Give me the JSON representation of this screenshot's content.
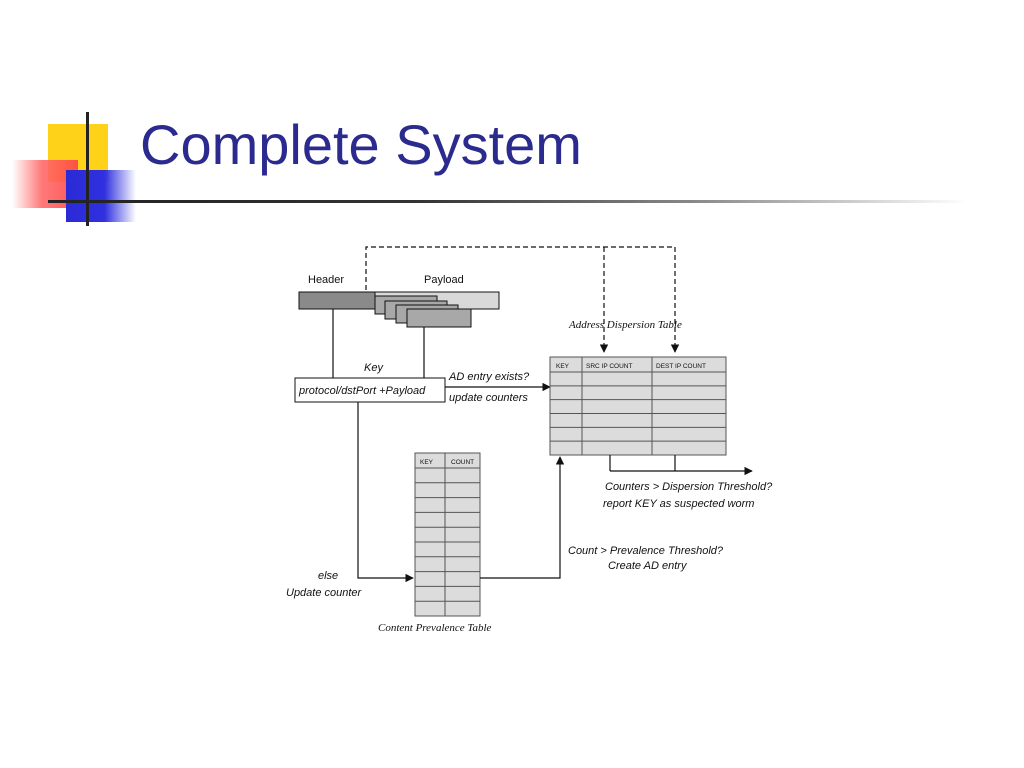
{
  "slide": {
    "title": "Complete System"
  },
  "diagram": {
    "packet": {
      "header_label": "Header",
      "payload_label": "Payload"
    },
    "key_box": {
      "title": "Key",
      "text": "protocol/dstPort +Payload"
    },
    "ad_table": {
      "caption": "Address Dispersion Table",
      "columns": [
        "KEY",
        "SRC IP COUNT",
        "DEST IP COUNT"
      ],
      "rows": 6
    },
    "cp_table": {
      "caption": "Content Prevalence Table",
      "columns": [
        "KEY",
        "COUNT"
      ],
      "rows": 10
    },
    "annotations": {
      "ad_exists_line1": "AD entry exists?",
      "ad_exists_line2": "update counters",
      "dispersion_line1": "Counters > Dispersion Threshold?",
      "dispersion_line2": "report KEY as suspected worm",
      "prevalence_line1": "Count > Prevalence Threshold?",
      "prevalence_line2": "Create AD entry",
      "else_line1": "else",
      "else_line2": "Update counter"
    }
  }
}
